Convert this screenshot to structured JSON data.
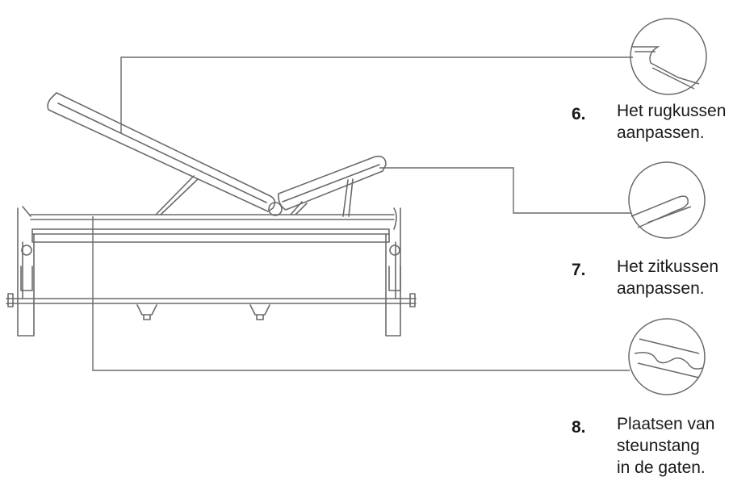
{
  "steps": [
    {
      "number": "6.",
      "lines": [
        "Het rugkussen",
        "aanpassen."
      ]
    },
    {
      "number": "7.",
      "lines": [
        "Het zitkussen",
        "aanpassen."
      ]
    },
    {
      "number": "8.",
      "lines": [
        "Plaatsen van",
        "steunstang",
        "in de gaten."
      ]
    }
  ],
  "colors": {
    "line": "#6a6a6a",
    "text": "#1a1a1a"
  }
}
